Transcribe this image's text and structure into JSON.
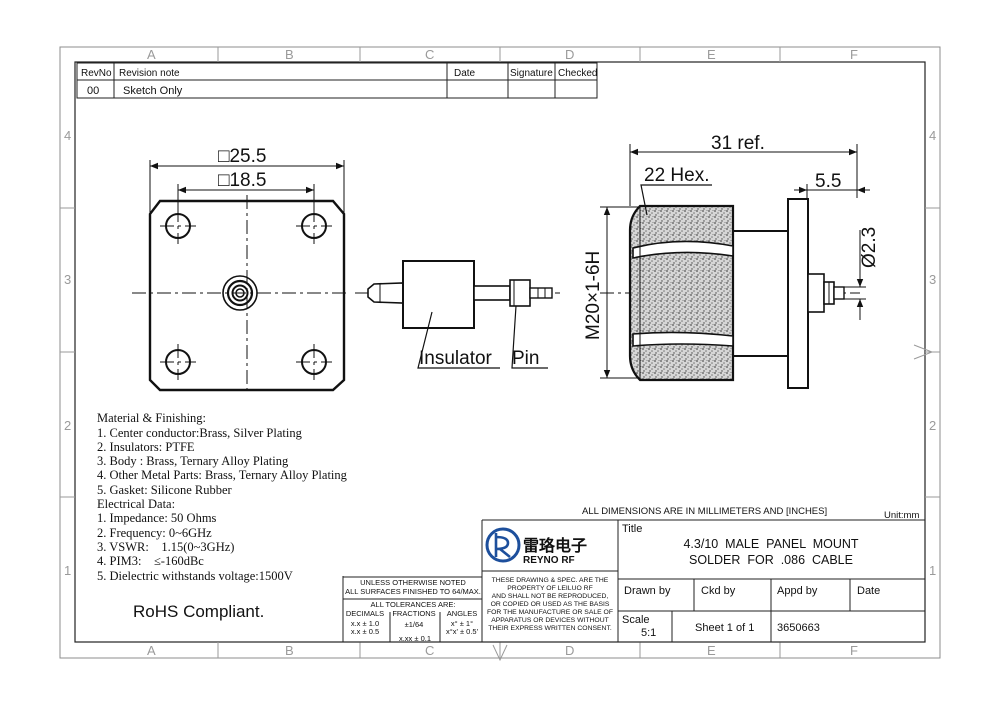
{
  "border": {
    "cols": [
      "A",
      "B",
      "C",
      "D",
      "E",
      "F"
    ],
    "rows": [
      "4",
      "3",
      "2",
      "1"
    ]
  },
  "revision": {
    "headers": [
      "RevNo",
      "Revision note",
      "Date",
      "Signature",
      "Checked"
    ],
    "row": {
      "rev": "00",
      "note": "Sketch Only",
      "date": "",
      "signature": "",
      "checked": ""
    }
  },
  "front_view": {
    "outer": "□25.5",
    "inner": "□18.5"
  },
  "side_view": {
    "insulator": "Insulator",
    "pin": "Pin"
  },
  "right_view": {
    "length": "31 ref.",
    "hex": "22 Hex.",
    "flange": "5.5",
    "thread": "M20×1-6H",
    "pin_dia": "Ø2.3"
  },
  "notes": {
    "lines": [
      "Material & Finishing:",
      "1. Center conductor:Brass, Silver Plating",
      "2. Insulators: PTFE",
      "3. Body : Brass, Ternary Alloy Plating",
      "4. Other Metal Parts: Brass, Ternary Alloy Plating",
      "5. Gasket: Silicone Rubber",
      "Electrical Data:",
      "1. Impedance: 50 Ohms",
      "2. Frequency: 0~6GHz",
      "3. VSWR:    1.15(0~3GHz)",
      "4. PIM3:    ≤-160dBc",
      "5. Dielectric withstands voltage:1500V"
    ],
    "rohs": "RoHS Compliant."
  },
  "dims_note": "ALL DIMENSIONS ARE IN MILLIMETERS AND [INCHES]",
  "unit": "Unit:mm",
  "tolerance": {
    "head1": "UNLESS OTHERWISE NOTED",
    "head2": "ALL SURFACES FINISHED TO 64/MAX.",
    "all": "ALL TOLERANCES ARE:",
    "cols": [
      "DECIMALS",
      "FRACTIONS",
      "ANGLES"
    ],
    "dec1": "x.x ± 1.0",
    "dec2": "x.x ± 0.5",
    "dec3": "x.xx ± 0.1",
    "frac": "±1/64",
    "ang1": "x° ± 1°",
    "ang2": "x°x' ± 0.5'"
  },
  "logo": {
    "cn": "雷珞电子",
    "en": "REYNO RF"
  },
  "property_note": [
    "THESE DRAWING & SPEC. ARE THE",
    "PROPERTY OF LEILUO RF",
    "AND SHALL NOT BE REPRODUCED,",
    "OR COPIED OR USED AS THE BASIS",
    "FOR THE MANUFACTURE OR SALE OF",
    "APPARATUS OR DEVICES WITHOUT",
    "THEIR EXPRESS WRITTEN CONSENT."
  ],
  "title_block": {
    "title_label": "Title",
    "title_line1": "4.3/10  MALE  PANEL  MOUNT",
    "title_line2": "SOLDER  FOR  .086  CABLE",
    "drawn_by": "Drawn by",
    "ckd_by": "Ckd by",
    "appd_by": "Appd by",
    "date": "Date",
    "scale_label": "Scale",
    "scale": "5:1",
    "sheet": "Sheet 1 of 1",
    "part_no": "3650663"
  }
}
